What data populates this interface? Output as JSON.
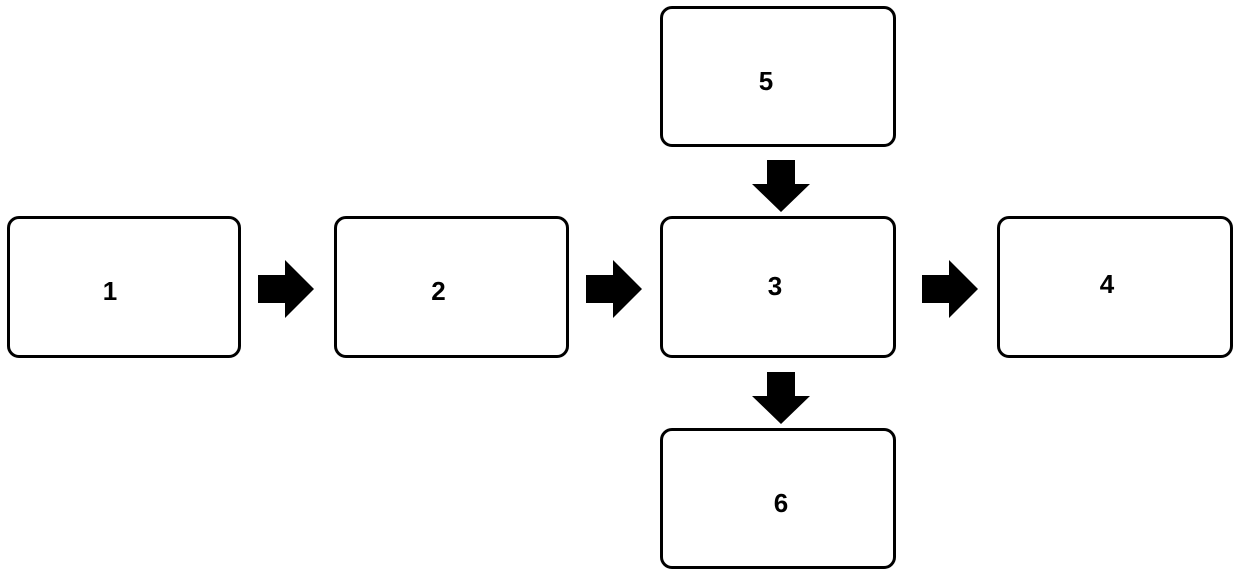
{
  "nodes": {
    "n1": "1",
    "n2": "2",
    "n3": "3",
    "n4": "4",
    "n5": "5",
    "n6": "6"
  },
  "colors": {
    "stroke": "#000000",
    "fill": "#ffffff",
    "arrow": "#000000"
  },
  "edges": [
    {
      "from": "1",
      "to": "2",
      "direction": "right"
    },
    {
      "from": "2",
      "to": "3",
      "direction": "right"
    },
    {
      "from": "3",
      "to": "4",
      "direction": "right"
    },
    {
      "from": "5",
      "to": "3",
      "direction": "down"
    },
    {
      "from": "3",
      "to": "6",
      "direction": "down"
    }
  ]
}
